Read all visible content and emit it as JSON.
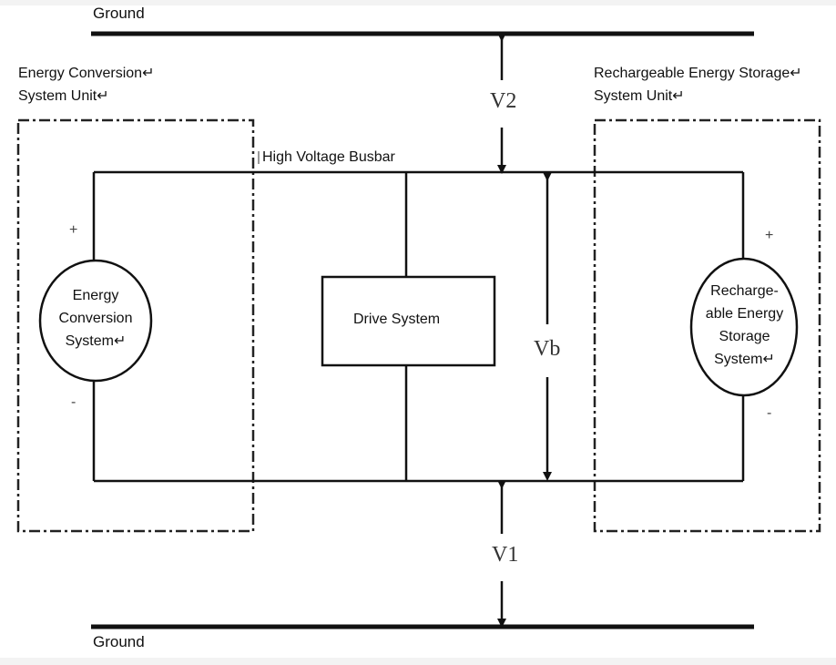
{
  "top_ground_label": "Ground",
  "bottom_ground_label": "Ground",
  "left_unit_label": "Energy Conversion↵\nSystem Unit↵",
  "right_unit_label": "Rechargeable Energy Storage↵\nSystem Unit↵",
  "busbar_label": "High Voltage Busbar",
  "left_source_label": "Energy\nConversion\nSystem↵",
  "right_source_label": "Recharge-\nable Energy\nStorage\nSystem↵",
  "drive_label": "Drive System",
  "v2_label": "V2",
  "v1_label": "V1",
  "vb_label": "Vb",
  "left_plus": "+",
  "left_minus": "-",
  "right_plus": "+",
  "right_minus": "-"
}
